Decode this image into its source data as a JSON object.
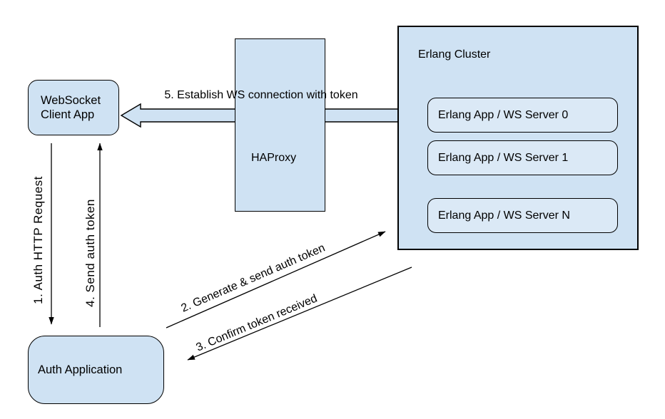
{
  "nodes": {
    "websocket_client": {
      "label": "WebSocket Client App"
    },
    "haproxy": {
      "label": "HAProxy"
    },
    "erlang_cluster": {
      "label": "Erlang Cluster",
      "servers": [
        {
          "label": "Erlang App / WS Server 0"
        },
        {
          "label": "Erlang App / WS Server 1"
        },
        {
          "label": "Erlang App / WS Server N"
        }
      ]
    },
    "auth_application": {
      "label": "Auth Application"
    }
  },
  "edges": {
    "auth_http_request": {
      "label": "1. Auth HTTP Request",
      "from": "WebSocket Client App",
      "to": "Auth Application"
    },
    "generate_send_auth_token": {
      "label": "2. Generate & send auth token",
      "from": "Auth Application",
      "to": "Erlang Cluster"
    },
    "confirm_token_received": {
      "label": "3. Confirm token received",
      "from": "Erlang Cluster",
      "to": "Auth Application"
    },
    "send_auth_token": {
      "label": "4. Send auth token",
      "from": "Auth Application",
      "to": "WebSocket Client App"
    },
    "establish_ws_connection": {
      "label": "5. Establish WS connection with token",
      "from": "WebSocket Client App",
      "to": "Erlang Cluster"
    }
  },
  "colors": {
    "node_fill": "#cfe2f3",
    "server_fill": "#dbe9f6",
    "border": "#000000",
    "arrow": "#000000",
    "background": "#ffffff"
  }
}
